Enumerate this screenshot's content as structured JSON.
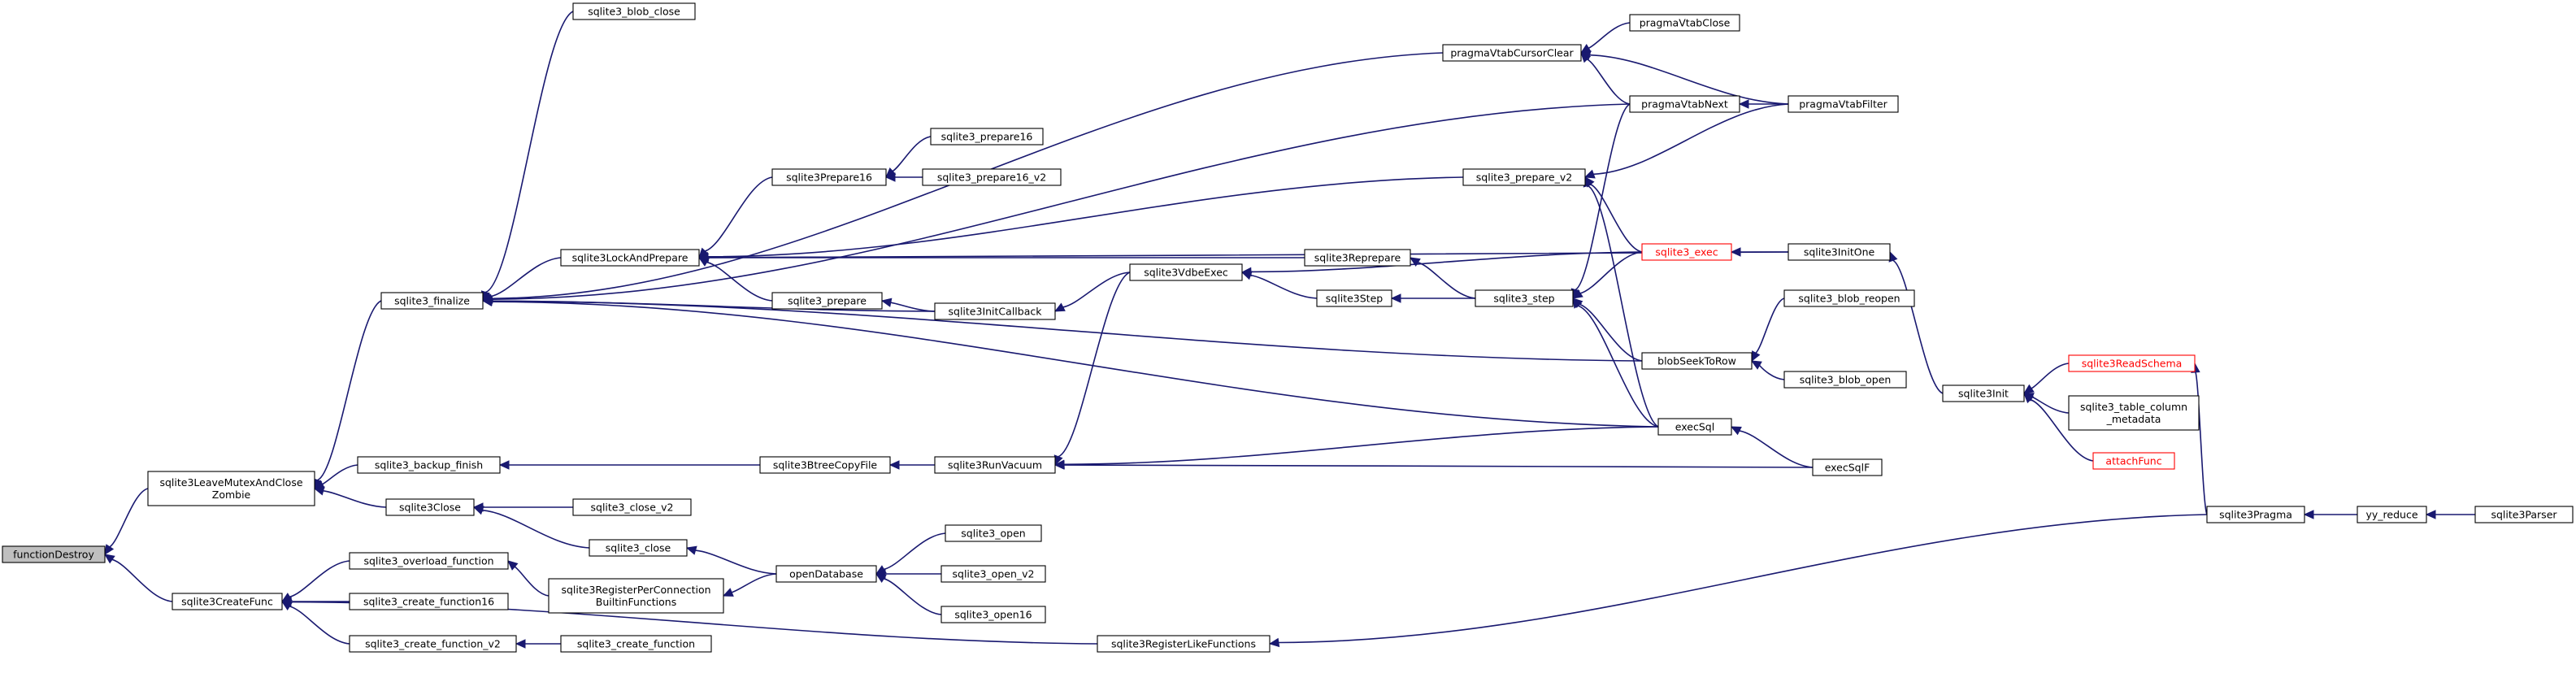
{
  "title": "",
  "colors": {
    "edge": "#191970",
    "node_border": "#000000",
    "root_fill": "#bfbfbf",
    "incomplete_border": "#ff0000"
  },
  "nodes": [
    {
      "id": "functionDestroy",
      "lines": [
        "functionDestroy"
      ],
      "root": true
    },
    {
      "id": "sqlite3LeaveMutexAndCloseZombie",
      "lines": [
        "sqlite3LeaveMutexAndClose",
        "Zombie"
      ]
    },
    {
      "id": "sqlite3CreateFunc",
      "lines": [
        "sqlite3CreateFunc"
      ]
    },
    {
      "id": "sqlite3_finalize",
      "lines": [
        "sqlite3_finalize"
      ]
    },
    {
      "id": "sqlite3_backup_finish",
      "lines": [
        "sqlite3_backup_finish"
      ]
    },
    {
      "id": "sqlite3Close",
      "lines": [
        "sqlite3Close"
      ]
    },
    {
      "id": "sqlite3_overload_function",
      "lines": [
        "sqlite3_overload_function"
      ]
    },
    {
      "id": "sqlite3_create_function16",
      "lines": [
        "sqlite3_create_function16"
      ]
    },
    {
      "id": "sqlite3_create_function_v2",
      "lines": [
        "sqlite3_create_function_v2"
      ]
    },
    {
      "id": "sqlite3_blob_close",
      "lines": [
        "sqlite3_blob_close"
      ]
    },
    {
      "id": "sqlite3LockAndPrepare",
      "lines": [
        "sqlite3LockAndPrepare"
      ]
    },
    {
      "id": "sqlite3_close_v2",
      "lines": [
        "sqlite3_close_v2"
      ]
    },
    {
      "id": "sqlite3_close",
      "lines": [
        "sqlite3_close"
      ]
    },
    {
      "id": "sqlite3RegisterPerConnectionBuiltinFunctions",
      "lines": [
        "sqlite3RegisterPerConnection",
        "BuiltinFunctions"
      ]
    },
    {
      "id": "sqlite3_create_function",
      "lines": [
        "sqlite3_create_function"
      ]
    },
    {
      "id": "sqlite3Prepare16",
      "lines": [
        "sqlite3Prepare16"
      ]
    },
    {
      "id": "sqlite3_prepare",
      "lines": [
        "sqlite3_prepare"
      ]
    },
    {
      "id": "sqlite3BtreeCopyFile",
      "lines": [
        "sqlite3BtreeCopyFile"
      ]
    },
    {
      "id": "sqlite3_prepare16",
      "lines": [
        "sqlite3_prepare16"
      ]
    },
    {
      "id": "sqlite3_prepare16_v2",
      "lines": [
        "sqlite3_prepare16_v2"
      ]
    },
    {
      "id": "sqlite3InitCallback",
      "lines": [
        "sqlite3InitCallback"
      ]
    },
    {
      "id": "sqlite3RunVacuum",
      "lines": [
        "sqlite3RunVacuum"
      ]
    },
    {
      "id": "openDatabase",
      "lines": [
        "openDatabase"
      ]
    },
    {
      "id": "sqlite3_open",
      "lines": [
        "sqlite3_open"
      ]
    },
    {
      "id": "sqlite3_open_v2",
      "lines": [
        "sqlite3_open_v2"
      ]
    },
    {
      "id": "sqlite3_open16",
      "lines": [
        "sqlite3_open16"
      ]
    },
    {
      "id": "sqlite3VdbeExec",
      "lines": [
        "sqlite3VdbeExec"
      ]
    },
    {
      "id": "sqlite3Step",
      "lines": [
        "sqlite3Step"
      ]
    },
    {
      "id": "sqlite3RegisterLikeFunctions",
      "lines": [
        "sqlite3RegisterLikeFunctions"
      ]
    },
    {
      "id": "sqlite3Reprepare",
      "lines": [
        "sqlite3Reprepare"
      ]
    },
    {
      "id": "pragmaVtabCursorClear",
      "lines": [
        "pragmaVtabCursorClear"
      ]
    },
    {
      "id": "sqlite3_prepare_v2",
      "lines": [
        "sqlite3_prepare_v2"
      ]
    },
    {
      "id": "sqlite3_step",
      "lines": [
        "sqlite3_step"
      ]
    },
    {
      "id": "pragmaVtabClose",
      "lines": [
        "pragmaVtabClose"
      ]
    },
    {
      "id": "pragmaVtabNext",
      "lines": [
        "pragmaVtabNext"
      ]
    },
    {
      "id": "sqlite3_exec",
      "lines": [
        "sqlite3_exec"
      ],
      "red": true
    },
    {
      "id": "blobSeekToRow",
      "lines": [
        "blobSeekToRow"
      ]
    },
    {
      "id": "execSql",
      "lines": [
        "execSql"
      ]
    },
    {
      "id": "pragmaVtabFilter",
      "lines": [
        "pragmaVtabFilter"
      ]
    },
    {
      "id": "sqlite3InitOne",
      "lines": [
        "sqlite3InitOne"
      ]
    },
    {
      "id": "sqlite3_blob_reopen",
      "lines": [
        "sqlite3_blob_reopen"
      ]
    },
    {
      "id": "sqlite3_blob_open",
      "lines": [
        "sqlite3_blob_open"
      ]
    },
    {
      "id": "execSqlF",
      "lines": [
        "execSqlF"
      ]
    },
    {
      "id": "sqlite3Init",
      "lines": [
        "sqlite3Init"
      ]
    },
    {
      "id": "sqlite3ReadSchema",
      "lines": [
        "sqlite3ReadSchema"
      ],
      "red": true
    },
    {
      "id": "sqlite3_table_column_metadata",
      "lines": [
        "sqlite3_table_column",
        "_metadata"
      ]
    },
    {
      "id": "attachFunc",
      "lines": [
        "attachFunc"
      ],
      "red": true
    },
    {
      "id": "sqlite3Pragma",
      "lines": [
        "sqlite3Pragma"
      ]
    },
    {
      "id": "yy_reduce",
      "lines": [
        "yy_reduce"
      ]
    },
    {
      "id": "sqlite3Parser",
      "lines": [
        "sqlite3Parser"
      ]
    }
  ],
  "edges": [
    [
      "sqlite3LeaveMutexAndCloseZombie",
      "functionDestroy"
    ],
    [
      "sqlite3CreateFunc",
      "functionDestroy"
    ],
    [
      "sqlite3_finalize",
      "sqlite3LeaveMutexAndCloseZombie"
    ],
    [
      "sqlite3_backup_finish",
      "sqlite3LeaveMutexAndCloseZombie"
    ],
    [
      "sqlite3Close",
      "sqlite3LeaveMutexAndCloseZombie"
    ],
    [
      "sqlite3_overload_function",
      "sqlite3CreateFunc"
    ],
    [
      "sqlite3_create_function16",
      "sqlite3CreateFunc"
    ],
    [
      "sqlite3_create_function_v2",
      "sqlite3CreateFunc"
    ],
    [
      "sqlite3RegisterLikeFunctions",
      "sqlite3CreateFunc"
    ],
    [
      "sqlite3_blob_close",
      "sqlite3_finalize"
    ],
    [
      "pragmaVtabCursorClear",
      "sqlite3_finalize"
    ],
    [
      "pragmaVtabNext",
      "sqlite3_finalize"
    ],
    [
      "sqlite3LockAndPrepare",
      "sqlite3_finalize"
    ],
    [
      "sqlite3InitCallback",
      "sqlite3_finalize"
    ],
    [
      "blobSeekToRow",
      "sqlite3_finalize"
    ],
    [
      "execSql",
      "sqlite3_finalize"
    ],
    [
      "sqlite3BtreeCopyFile",
      "sqlite3_backup_finish"
    ],
    [
      "sqlite3_close_v2",
      "sqlite3Close"
    ],
    [
      "sqlite3_close",
      "sqlite3Close"
    ],
    [
      "sqlite3RegisterPerConnectionBuiltinFunctions",
      "sqlite3_overload_function"
    ],
    [
      "sqlite3_create_function",
      "sqlite3_create_function_v2"
    ],
    [
      "sqlite3Prepare16",
      "sqlite3LockAndPrepare"
    ],
    [
      "sqlite3_prepare_v2",
      "sqlite3LockAndPrepare"
    ],
    [
      "sqlite3Reprepare",
      "sqlite3LockAndPrepare"
    ],
    [
      "sqlite3_prepare",
      "sqlite3LockAndPrepare"
    ],
    [
      "sqlite3InitOne",
      "sqlite3LockAndPrepare"
    ],
    [
      "openDatabase",
      "sqlite3_close"
    ],
    [
      "openDatabase",
      "sqlite3RegisterPerConnectionBuiltinFunctions"
    ],
    [
      "sqlite3_prepare16",
      "sqlite3Prepare16"
    ],
    [
      "sqlite3_prepare16_v2",
      "sqlite3Prepare16"
    ],
    [
      "sqlite3InitCallback",
      "sqlite3_prepare"
    ],
    [
      "sqlite3RunVacuum",
      "sqlite3BtreeCopyFile"
    ],
    [
      "sqlite3VdbeExec",
      "sqlite3InitCallback"
    ],
    [
      "sqlite3VdbeExec",
      "sqlite3RunVacuum"
    ],
    [
      "execSql",
      "sqlite3RunVacuum"
    ],
    [
      "execSqlF",
      "sqlite3RunVacuum"
    ],
    [
      "sqlite3_open",
      "openDatabase"
    ],
    [
      "sqlite3_open_v2",
      "openDatabase"
    ],
    [
      "sqlite3_open16",
      "openDatabase"
    ],
    [
      "sqlite3Step",
      "sqlite3VdbeExec"
    ],
    [
      "sqlite3_exec",
      "sqlite3VdbeExec"
    ],
    [
      "sqlite3_step",
      "sqlite3Step"
    ],
    [
      "sqlite3Pragma",
      "sqlite3RegisterLikeFunctions"
    ],
    [
      "sqlite3_step",
      "sqlite3Reprepare"
    ],
    [
      "pragmaVtabClose",
      "pragmaVtabCursorClear"
    ],
    [
      "pragmaVtabNext",
      "pragmaVtabCursorClear"
    ],
    [
      "pragmaVtabFilter",
      "pragmaVtabCursorClear"
    ],
    [
      "pragmaVtabFilter",
      "sqlite3_prepare_v2"
    ],
    [
      "sqlite3_exec",
      "sqlite3_prepare_v2"
    ],
    [
      "execSql",
      "sqlite3_prepare_v2"
    ],
    [
      "sqlite3_exec",
      "sqlite3_step"
    ],
    [
      "blobSeekToRow",
      "sqlite3_step"
    ],
    [
      "execSql",
      "sqlite3_step"
    ],
    [
      "pragmaVtabNext",
      "sqlite3_step"
    ],
    [
      "pragmaVtabFilter",
      "pragmaVtabNext"
    ],
    [
      "sqlite3InitOne",
      "sqlite3_exec"
    ],
    [
      "sqlite3_blob_reopen",
      "blobSeekToRow"
    ],
    [
      "sqlite3_blob_open",
      "blobSeekToRow"
    ],
    [
      "execSqlF",
      "execSql"
    ],
    [
      "sqlite3Init",
      "sqlite3InitOne"
    ],
    [
      "sqlite3ReadSchema",
      "sqlite3Init"
    ],
    [
      "sqlite3_table_column_metadata",
      "sqlite3Init"
    ],
    [
      "attachFunc",
      "sqlite3Init"
    ],
    [
      "sqlite3Pragma",
      "sqlite3ReadSchema"
    ],
    [
      "yy_reduce",
      "sqlite3Pragma"
    ],
    [
      "sqlite3Parser",
      "yy_reduce"
    ]
  ]
}
